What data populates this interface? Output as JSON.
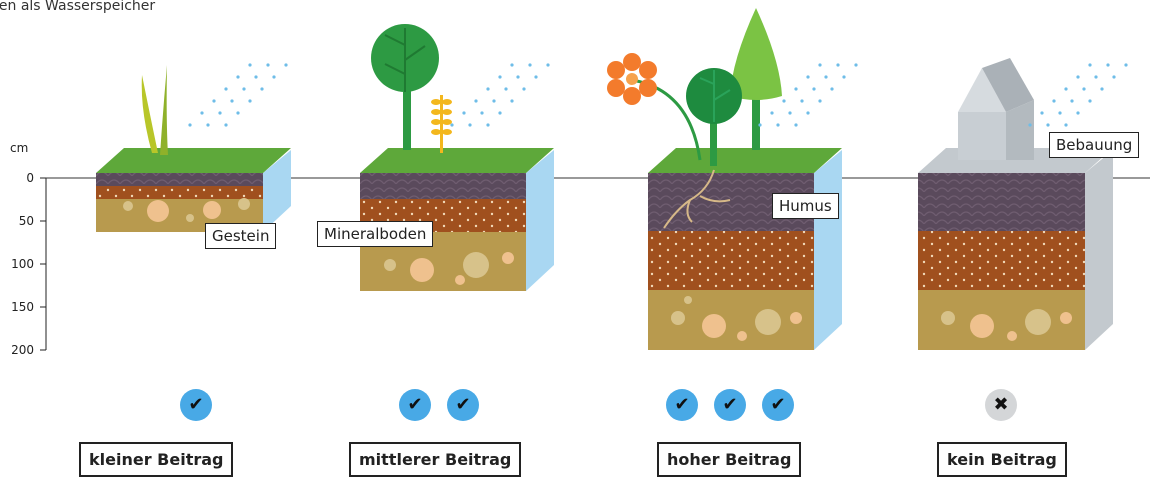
{
  "title": "den als Wasserspeicher",
  "axis": {
    "unit": "cm",
    "ticks": [
      "0",
      "50",
      "100",
      "150",
      "200"
    ]
  },
  "labels": {
    "gestein": "Gestein",
    "mineralboden": "Mineralboden",
    "humus": "Humus",
    "bebauung": "Bebauung"
  },
  "columns": [
    {
      "contribution": "kleiner Beitrag",
      "checks": 1,
      "type": "yes"
    },
    {
      "contribution": "mittlerer Beitrag",
      "checks": 2,
      "type": "yes"
    },
    {
      "contribution": "hoher Beitrag",
      "checks": 3,
      "type": "yes"
    },
    {
      "contribution": "kein Beitrag",
      "checks": 1,
      "type": "no"
    }
  ],
  "symbols": {
    "check": "✔",
    "cross": "✖"
  },
  "colors": {
    "grass": "#5ea83a",
    "humus": "#5a4a5c",
    "mineral": "#a0501e",
    "rock": "#b89a4e",
    "water": "#a9d7f2",
    "building": "#c3c9ce",
    "check": "#48a9e6"
  }
}
